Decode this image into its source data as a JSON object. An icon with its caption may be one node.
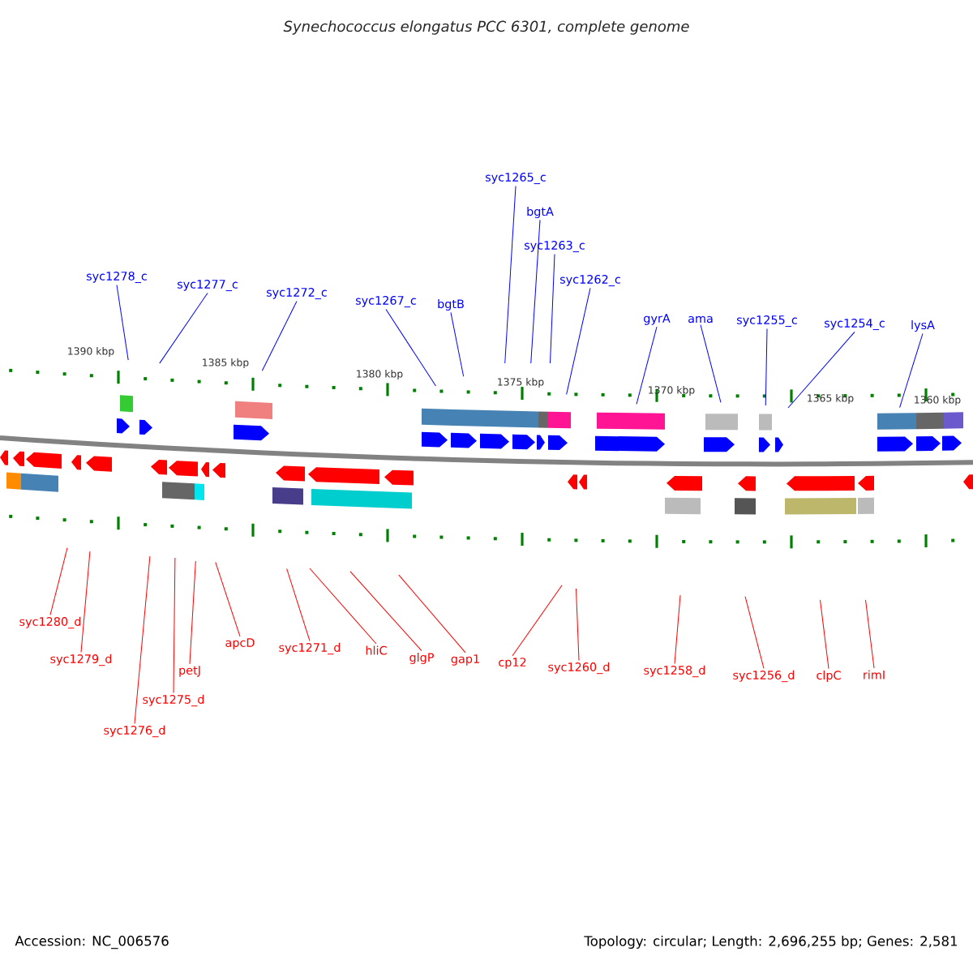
{
  "diagram": {
    "title": "Synechococcus elongatus PCC 6301, complete genome",
    "nodes": [
      {
        "text": [
          "syc1278_c"
        ]
      },
      {
        "text": [
          "syc1277_c"
        ]
      },
      {
        "text": [
          "syc1272_c"
        ]
      },
      {
        "text": [
          "syc1267_c"
        ]
      },
      {
        "text": [
          "bgtB"
        ]
      },
      {
        "text": [
          "syc1265_c"
        ]
      },
      {
        "text": [
          "bgtA"
        ]
      },
      {
        "text": [
          "syc1263_c"
        ]
      },
      {
        "text": [
          "syc1262_c"
        ]
      },
      {
        "text": [
          "gyrA"
        ]
      },
      {
        "text": [
          "ama"
        ]
      },
      {
        "text": [
          "syc1255_c"
        ]
      },
      {
        "text": [
          "syc1254_c"
        ]
      },
      {
        "text": [
          "lysA"
        ]
      },
      {
        "text": [
          "syc1280_d"
        ]
      },
      {
        "text": [
          "syc1279_d"
        ]
      },
      {
        "text": [
          "syc1275_d"
        ]
      },
      {
        "text": [
          "syc1276_d"
        ]
      },
      {
        "text": [
          "petJ"
        ]
      },
      {
        "text": [
          "apcD"
        ]
      },
      {
        "text": [
          "syc1271_d"
        ]
      },
      {
        "text": [
          "hliC"
        ]
      },
      {
        "text": [
          "glgP"
        ]
      },
      {
        "text": [
          "gap1"
        ]
      },
      {
        "text": [
          "cp12"
        ]
      },
      {
        "text": [
          "syc1260_d"
        ]
      },
      {
        "text": [
          "syc1258_d"
        ]
      },
      {
        "text": [
          "syc1256_d"
        ]
      },
      {
        "text": [
          "clpC"
        ]
      },
      {
        "text": [
          "rimI"
        ]
      }
    ],
    "edges": [
      {
        "from": 0,
        "to": null,
        "arrow": "none",
        "color": "#0000ff"
      },
      {
        "from": 1,
        "to": null,
        "arrow": "none",
        "color": "#0000ff"
      },
      {
        "from": 2,
        "to": null,
        "arrow": "none",
        "color": "#0000ff"
      },
      {
        "from": 3,
        "to": null,
        "arrow": "none",
        "color": "#0000ff"
      },
      {
        "from": 4,
        "to": null,
        "arrow": "none",
        "color": "#0000ff"
      },
      {
        "from": 5,
        "to": null,
        "arrow": "none",
        "color": "#0000ff"
      },
      {
        "from": 6,
        "to": null,
        "arrow": "none",
        "color": "#0000ff"
      },
      {
        "from": 7,
        "to": null,
        "arrow": "none",
        "color": "#0000ff"
      },
      {
        "from": 8,
        "to": null,
        "arrow": "none",
        "color": "#0000ff"
      },
      {
        "from": 9,
        "to": null,
        "arrow": "none",
        "color": "#0000ff"
      },
      {
        "from": 10,
        "to": null,
        "arrow": "none",
        "color": "#0000ff"
      },
      {
        "from": 11,
        "to": null,
        "arrow": "none",
        "color": "#0000ff"
      },
      {
        "from": 12,
        "to": null,
        "arrow": "none",
        "color": "#0000ff"
      },
      {
        "from": 13,
        "to": null,
        "arrow": "none",
        "color": "#0000ff"
      },
      {
        "from": 14,
        "to": null,
        "arrow": "none"
      },
      {
        "from": 15,
        "to": null,
        "arrow": "none"
      },
      {
        "from": 16,
        "to": null,
        "arrow": "none"
      },
      {
        "from": 17,
        "to": null,
        "arrow": "none"
      },
      {
        "from": 18,
        "to": null,
        "arrow": "none"
      },
      {
        "from": 19,
        "to": null,
        "arrow": "none"
      },
      {
        "from": 20,
        "to": null,
        "arrow": "none"
      },
      {
        "from": 21,
        "to": null,
        "arrow": "none"
      },
      {
        "from": 22,
        "to": null,
        "arrow": "none"
      },
      {
        "from": 23,
        "to": null,
        "arrow": "none"
      },
      {
        "from": 24,
        "to": null,
        "arrow": "none"
      },
      {
        "from": 25,
        "to": null,
        "arrow": "none"
      },
      {
        "from": 26,
        "to": null,
        "arrow": "none"
      },
      {
        "from": 27,
        "to": null,
        "arrow": "none"
      },
      {
        "from": 28,
        "to": null,
        "arrow": "none"
      },
      {
        "from": 29,
        "to": null,
        "arrow": "none"
      }
    ],
    "labels": [
      "1390 kbp",
      "1385 kbp",
      "1380 kbp",
      "1375 kbp",
      "1370 kbp",
      "1365 kbp",
      "1360 kbp",
      "Accession: NC_006576",
      "Topology: circular; Length: 2,696,255 bp; Genes: 2,581"
    ]
  }
}
